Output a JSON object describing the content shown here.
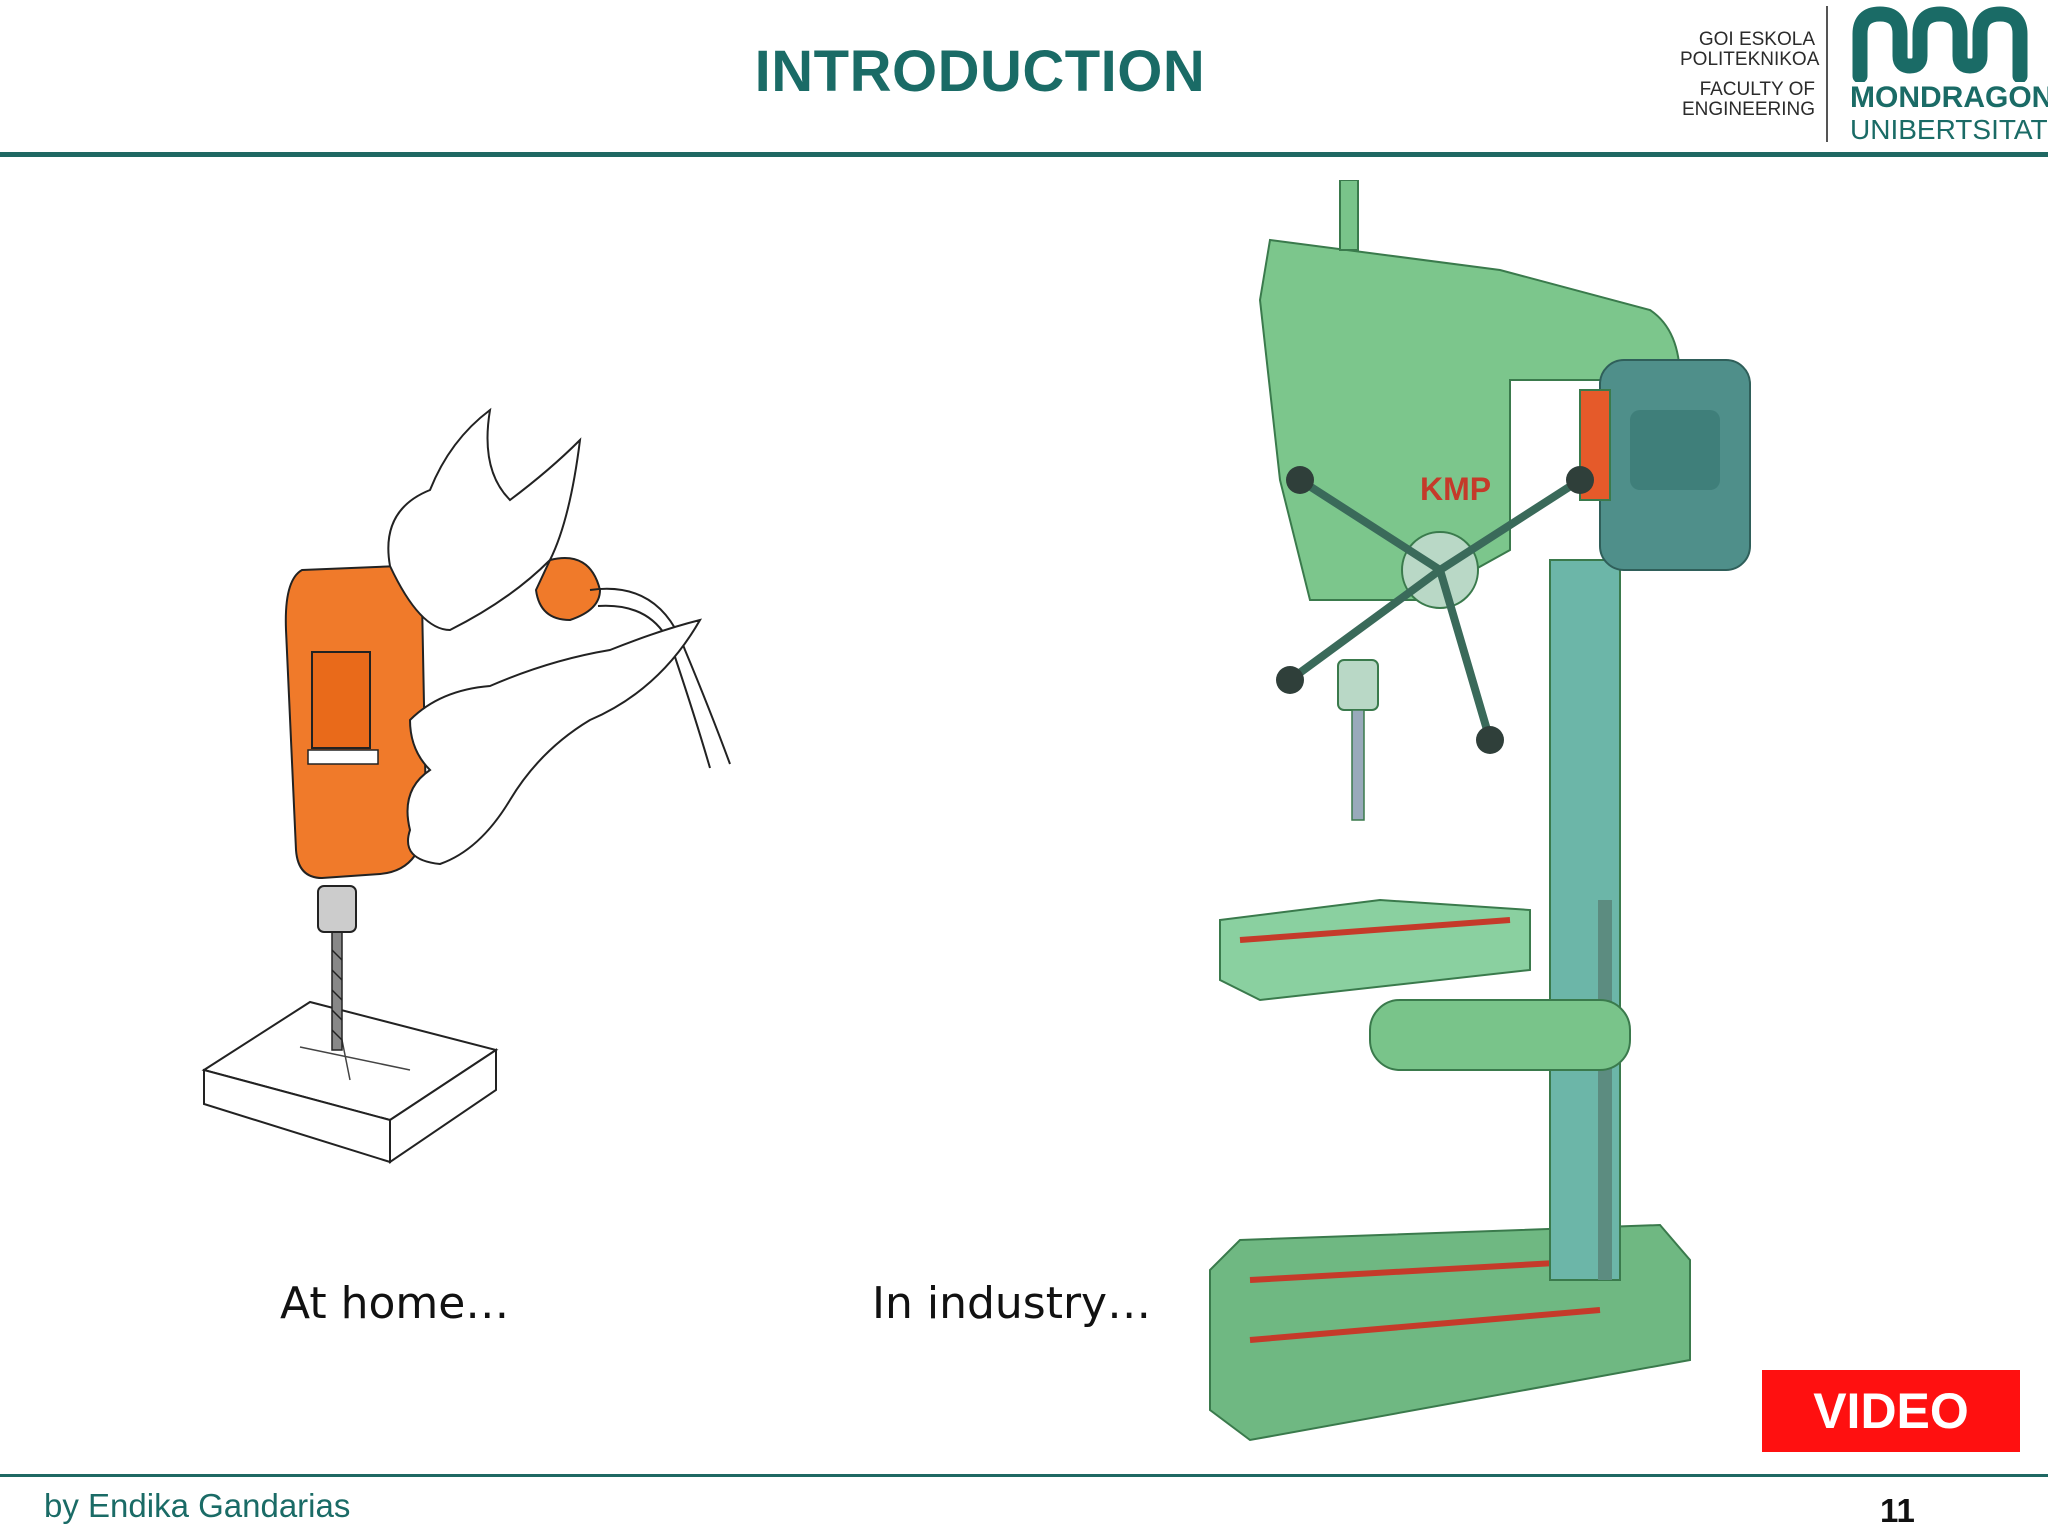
{
  "slide": {
    "title": "INTRODUCTION",
    "captions": {
      "home": "At home…",
      "industry": "In industry…"
    },
    "video_button": "VIDEO",
    "footer": {
      "author": "by Endika Gandarias",
      "page_number": "11"
    }
  },
  "logo": {
    "line1": "GOI ESKOLA",
    "line2": "POLITEKNIKOA",
    "line3": "FACULTY OF",
    "line4": "ENGINEERING",
    "name1": "MONDRAGON",
    "name2": "UNIBERTSITATEA"
  },
  "colors": {
    "brand_teal": "#1a6b66",
    "video_red": "#ff1010",
    "drill_orange": "#f07a2a",
    "press_green": "#79c48a"
  },
  "images": {
    "left": "hand-drill-illustration",
    "right": "pillar-drill-press-illustration",
    "brand_text": "KMP"
  }
}
